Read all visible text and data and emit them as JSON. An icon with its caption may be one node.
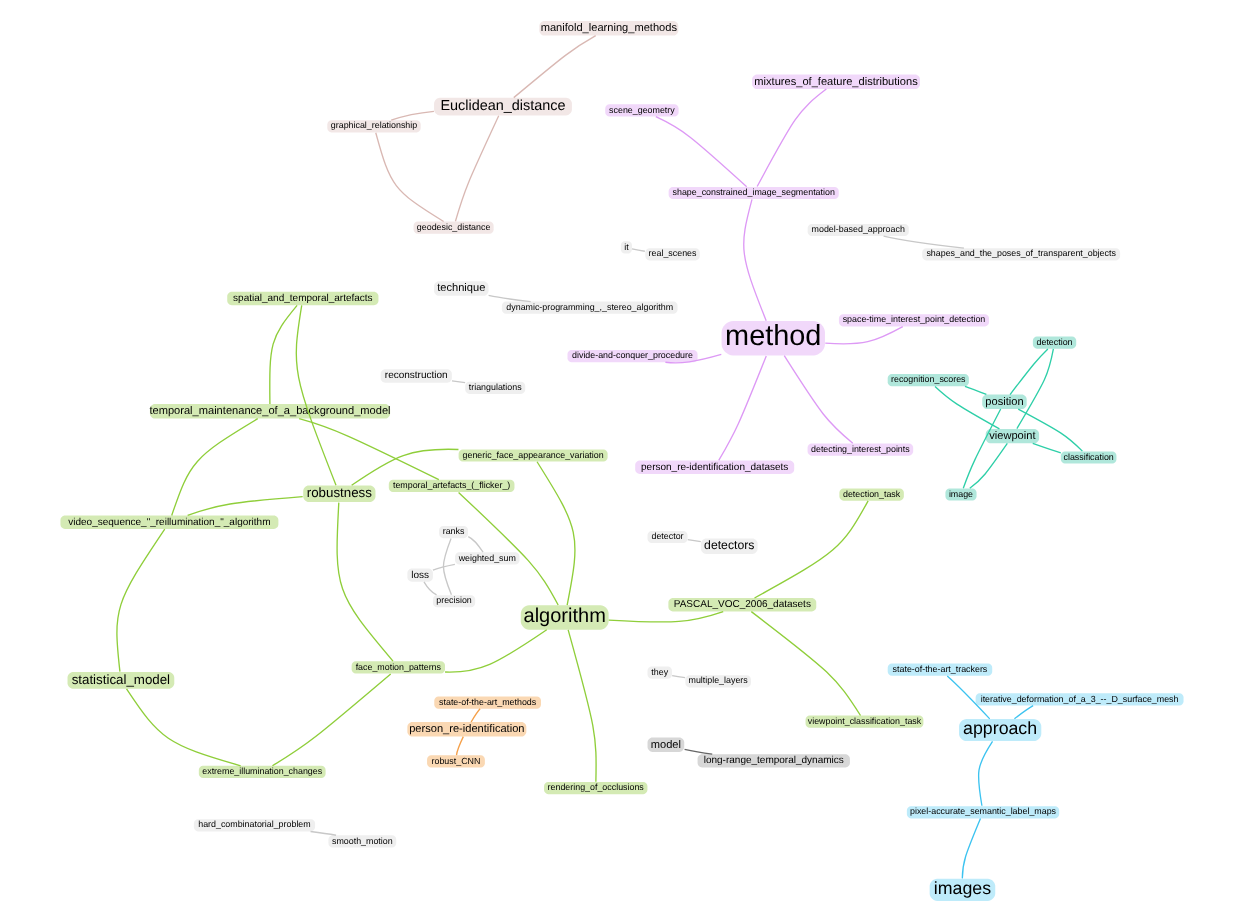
{
  "diagram": {
    "nodes": [
      {
        "text": [
          "detector"
        ]
      },
      {
        "text": [
          "detectors"
        ]
      },
      {
        "text": [
          "model-based_approach"
        ]
      },
      {
        "text": [
          "shapes_and_the_poses_of_transparent_objects"
        ]
      },
      {
        "text": [
          "reconstruction"
        ]
      },
      {
        "text": [
          "triangulations"
        ]
      },
      {
        "text": [
          "graphical_relationship"
        ]
      },
      {
        "text": [
          "manifold_learning_methods"
        ]
      },
      {
        "text": [
          "geodesic_distance"
        ]
      },
      {
        "text": [
          "Euclidean_distance"
        ]
      },
      {
        "text": [
          "images"
        ]
      },
      {
        "text": [
          "pixel-accurate_semantic_label_maps"
        ]
      },
      {
        "text": [
          "approach"
        ]
      },
      {
        "text": [
          "state-of-the-art_trackers"
        ]
      },
      {
        "text": [
          "iterative_deformation_of_a_3_--_D_surface_mesh"
        ]
      },
      {
        "text": [
          "temporal_maintenance_of_a_background_model"
        ]
      },
      {
        "text": [
          "temporal_artefacts_(_flicker_)"
        ]
      },
      {
        "text": [
          "algorithm"
        ]
      },
      {
        "text": [
          "robustness"
        ]
      },
      {
        "text": [
          "extreme_illumination_changes"
        ]
      },
      {
        "text": [
          "generic_face_appearance_variation"
        ]
      },
      {
        "text": [
          "statistical_model"
        ]
      },
      {
        "text": [
          "rendering_of_occlusions"
        ]
      },
      {
        "text": [
          "viewpoint_classification_task"
        ]
      },
      {
        "text": [
          "video_sequence_\"_reillumination_\"_algorithm"
        ]
      },
      {
        "text": [
          "PASCAL_VOC_2006_datasets"
        ]
      },
      {
        "text": [
          "spatial_and_temporal_artefacts"
        ]
      },
      {
        "text": [
          "face_motion_patterns"
        ]
      },
      {
        "text": [
          "detection_task"
        ]
      },
      {
        "text": [
          "scene_geometry"
        ]
      },
      {
        "text": [
          "method"
        ]
      },
      {
        "text": [
          "detecting_interest_points"
        ]
      },
      {
        "text": [
          "mixtures_of_feature_distributions"
        ]
      },
      {
        "text": [
          "shape_constrained_image_segmentation"
        ]
      },
      {
        "text": [
          "divide-and-conquer_procedure"
        ]
      },
      {
        "text": [
          "person_re-identification_datasets"
        ]
      },
      {
        "text": [
          "space-time_interest_point_detection"
        ]
      },
      {
        "text": [
          "person_re-identification"
        ]
      },
      {
        "text": [
          "state-of-the-art_methods"
        ]
      },
      {
        "text": [
          "robust_CNN"
        ]
      },
      {
        "text": [
          "technique"
        ]
      },
      {
        "text": [
          "dynamic-programming_,_stereo_algorithm"
        ]
      },
      {
        "text": [
          "image"
        ]
      },
      {
        "text": [
          "classification"
        ]
      },
      {
        "text": [
          "viewpoint"
        ]
      },
      {
        "text": [
          "detection"
        ]
      },
      {
        "text": [
          "position"
        ]
      },
      {
        "text": [
          "recognition_scores"
        ]
      },
      {
        "text": [
          "model"
        ]
      },
      {
        "text": [
          "long-range_temporal_dynamics"
        ]
      },
      {
        "text": [
          "they"
        ]
      },
      {
        "text": [
          "loss"
        ]
      },
      {
        "text": [
          "it"
        ]
      },
      {
        "text": [
          "hard_combinatorial_problem"
        ]
      },
      {
        "text": [
          "weighted_sum"
        ]
      },
      {
        "text": [
          "multiple_layers"
        ]
      },
      {
        "text": [
          "real_scenes"
        ]
      },
      {
        "text": [
          "precision"
        ]
      },
      {
        "text": [
          "smooth_motion"
        ]
      },
      {
        "text": [
          "ranks"
        ]
      }
    ],
    "edges": [
      {
        "from": 0,
        "to": 1,
        "arrow": "none",
        "color": "#c8c8c8"
      },
      {
        "from": 2,
        "to": 3,
        "arrow": "none",
        "color": "#c8c8c8"
      },
      {
        "from": 4,
        "to": 5,
        "arrow": "none",
        "color": "#c8c8c8"
      },
      {
        "from": 6,
        "to": 9,
        "arrow": "none",
        "color": "#d9b8b3"
      },
      {
        "from": 6,
        "to": 8,
        "arrow": "none",
        "color": "#d9b8b3"
      },
      {
        "from": 7,
        "to": 9,
        "arrow": "none",
        "color": "#d9b8b3"
      },
      {
        "from": 8,
        "to": 9,
        "arrow": "none",
        "color": "#d9b8b3"
      },
      {
        "from": 10,
        "to": 11,
        "arrow": "none",
        "color": "#3cc3f0"
      },
      {
        "from": 11,
        "to": 12,
        "arrow": "none",
        "color": "#3cc3f0"
      },
      {
        "from": 12,
        "to": 13,
        "arrow": "none",
        "color": "#3cc3f0"
      },
      {
        "from": 12,
        "to": 14,
        "arrow": "none",
        "color": "#3cc3f0"
      },
      {
        "from": 15,
        "to": 16,
        "arrow": "none"
      },
      {
        "from": 15,
        "to": 24,
        "arrow": "none"
      },
      {
        "from": 15,
        "to": 26,
        "arrow": "none"
      },
      {
        "from": 16,
        "to": 17,
        "arrow": "none"
      },
      {
        "from": 17,
        "to": 22,
        "arrow": "none"
      },
      {
        "from": 17,
        "to": 25,
        "arrow": "none"
      },
      {
        "from": 17,
        "to": 27,
        "arrow": "none"
      },
      {
        "from": 17,
        "to": 20,
        "arrow": "none"
      },
      {
        "from": 18,
        "to": 24,
        "arrow": "none"
      },
      {
        "from": 18,
        "to": 26,
        "arrow": "none"
      },
      {
        "from": 18,
        "to": 20,
        "arrow": "none"
      },
      {
        "from": 18,
        "to": 27,
        "arrow": "none"
      },
      {
        "from": 19,
        "to": 21,
        "arrow": "none"
      },
      {
        "from": 19,
        "to": 27,
        "arrow": "none"
      },
      {
        "from": 21,
        "to": 24,
        "arrow": "none"
      },
      {
        "from": 23,
        "to": 25,
        "arrow": "none"
      },
      {
        "from": 25,
        "to": 28,
        "arrow": "none"
      },
      {
        "from": 29,
        "to": 33,
        "arrow": "none",
        "color": "#dd99f5"
      },
      {
        "from": 31,
        "to": 30,
        "arrow": "none",
        "color": "#dd99f5"
      },
      {
        "from": 30,
        "to": 33,
        "arrow": "none",
        "color": "#dd99f5"
      },
      {
        "from": 32,
        "to": 33,
        "arrow": "none",
        "color": "#dd99f5"
      },
      {
        "from": 30,
        "to": 34,
        "arrow": "none",
        "color": "#dd99f5"
      },
      {
        "from": 30,
        "to": 35,
        "arrow": "none",
        "color": "#dd99f5"
      },
      {
        "from": 30,
        "to": 36,
        "arrow": "none",
        "color": "#dd99f5"
      },
      {
        "from": 37,
        "to": 38,
        "arrow": "none",
        "color": "#f5a04a"
      },
      {
        "from": 37,
        "to": 39,
        "arrow": "none",
        "color": "#f5a04a"
      },
      {
        "from": 40,
        "to": 41,
        "arrow": "none",
        "color": "#c8c8c8"
      },
      {
        "from": 42,
        "to": 44,
        "arrow": "none",
        "color": "#2ecfa8"
      },
      {
        "from": 42,
        "to": 46,
        "arrow": "none",
        "color": "#2ecfa8"
      },
      {
        "from": 43,
        "to": 44,
        "arrow": "none",
        "color": "#2ecfa8"
      },
      {
        "from": 43,
        "to": 46,
        "arrow": "none",
        "color": "#2ecfa8"
      },
      {
        "from": 44,
        "to": 45,
        "arrow": "none",
        "color": "#2ecfa8"
      },
      {
        "from": 44,
        "to": 47,
        "arrow": "none",
        "color": "#2ecfa8"
      },
      {
        "from": 45,
        "to": 46,
        "arrow": "none",
        "color": "#2ecfa8"
      },
      {
        "from": 46,
        "to": 47,
        "arrow": "none",
        "color": "#2ecfa8"
      },
      {
        "from": 48,
        "to": 49,
        "arrow": "none",
        "color": "#666666"
      },
      {
        "from": 50,
        "to": 55,
        "arrow": "none",
        "color": "#c8c8c8"
      },
      {
        "from": 51,
        "to": 54,
        "arrow": "none",
        "color": "#c8c8c8"
      },
      {
        "from": 51,
        "to": 57,
        "arrow": "none",
        "color": "#c8c8c8"
      },
      {
        "from": 52,
        "to": 56,
        "arrow": "none",
        "color": "#c8c8c8"
      },
      {
        "from": 53,
        "to": 58,
        "arrow": "none",
        "color": "#c8c8c8"
      },
      {
        "from": 54,
        "to": 59,
        "arrow": "none",
        "color": "#c8c8c8"
      },
      {
        "from": 57,
        "to": 59,
        "arrow": "none",
        "color": "#c8c8c8"
      }
    ]
  }
}
